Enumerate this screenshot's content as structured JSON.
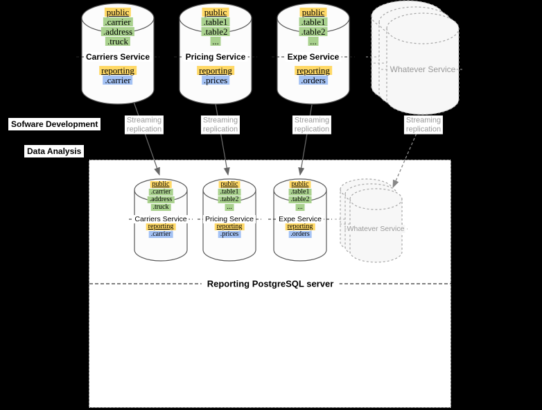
{
  "colors": {
    "background": "#000000",
    "surface": "#FFFFFF",
    "schema_highlight": "#FFD966",
    "table_highlight": "#A9D18E",
    "reporting_table_highlight": "#A4C2F4",
    "cylinder_fill": "#FCFCFC",
    "stack_fill": "#F7F7F7",
    "dashed_stroke": "#A6A6A6",
    "arrow_color": "#666666",
    "muted_text": "#999999"
  },
  "zones": {
    "software_development": "Sofware Development",
    "data_analysis": "Data Analysis"
  },
  "reporting_server_label": "Reporting PostgreSQL server",
  "replication_label": {
    "line1": "Streaming",
    "line2": "replication"
  },
  "services": [
    {
      "id": "carriers",
      "name": "Carriers Service",
      "schema": "public",
      "schema_tables": [
        ".carrier",
        ".address",
        ".truck"
      ],
      "reporting_schema": "reporting",
      "reporting_tables": [
        ".carrier"
      ]
    },
    {
      "id": "pricing",
      "name": "Pricing Service",
      "schema": "public",
      "schema_tables": [
        ".table1",
        ".table2",
        "..."
      ],
      "reporting_schema": "reporting",
      "reporting_tables": [
        ".prices"
      ]
    },
    {
      "id": "expe",
      "name": "Expe Service",
      "schema": "public",
      "schema_tables": [
        ".table1",
        ".table2",
        "..."
      ],
      "reporting_schema": "reporting",
      "reporting_tables": [
        ".orders"
      ]
    },
    {
      "id": "whatever",
      "name": "Whatever Service"
    }
  ]
}
